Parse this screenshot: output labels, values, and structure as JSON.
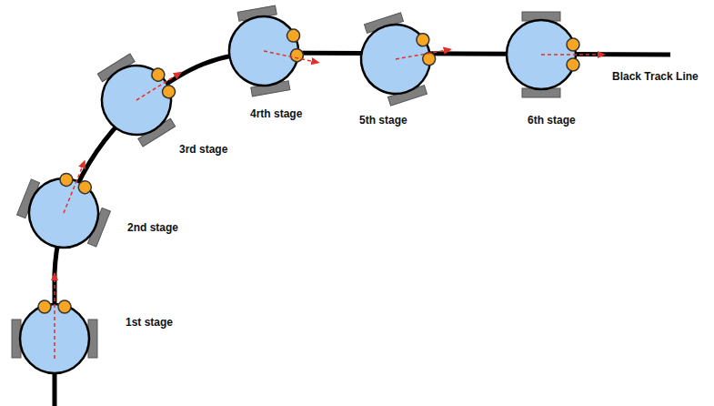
{
  "diagram": {
    "labels": [
      "1st stage",
      "2nd stage",
      "3rd stage",
      "4rth stage",
      "5th stage",
      "6th stage",
      "Black Track Line"
    ]
  }
}
